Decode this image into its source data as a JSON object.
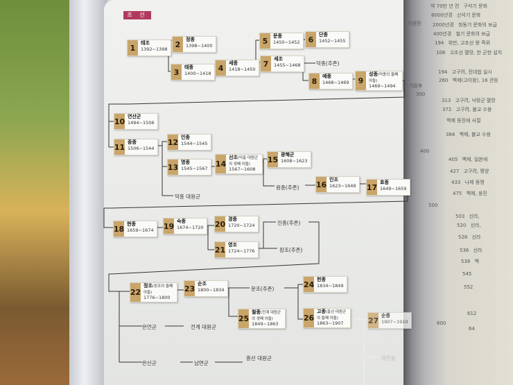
{
  "section_tag": "조 선",
  "kings": [
    {
      "num": "1",
      "name": "태조",
      "note": "",
      "years": "1392~1398"
    },
    {
      "num": "2",
      "name": "정종",
      "note": "",
      "years": "1398~1400"
    },
    {
      "num": "3",
      "name": "태종",
      "note": "",
      "years": "1400~1418"
    },
    {
      "num": "4",
      "name": "세종",
      "note": "",
      "years": "1418~1450"
    },
    {
      "num": "5",
      "name": "문종",
      "note": "",
      "years": "1450~1452"
    },
    {
      "num": "6",
      "name": "단종",
      "note": "",
      "years": "1452~1455"
    },
    {
      "num": "7",
      "name": "세조",
      "note": "",
      "years": "1455~1468"
    },
    {
      "num": "8",
      "name": "예종",
      "note": "",
      "years": "1468~1469"
    },
    {
      "num": "9",
      "name": "성종",
      "note": "(덕종의 둘째 아들)",
      "years": "1469~1494"
    },
    {
      "num": "10",
      "name": "연산군",
      "note": "",
      "years": "1494~1506"
    },
    {
      "num": "11",
      "name": "중종",
      "note": "",
      "years": "1506~1544"
    },
    {
      "num": "12",
      "name": "인종",
      "note": "",
      "years": "1544~1545"
    },
    {
      "num": "13",
      "name": "명종",
      "note": "",
      "years": "1545~1567"
    },
    {
      "num": "14",
      "name": "선조",
      "note": "(덕흥 대원군의 셋째 아들)",
      "years": "1567~1608"
    },
    {
      "num": "15",
      "name": "광해군",
      "note": "",
      "years": "1608~1623"
    },
    {
      "num": "16",
      "name": "인조",
      "note": "",
      "years": "1623~1649"
    },
    {
      "num": "17",
      "name": "효종",
      "note": "",
      "years": "1649~1659"
    },
    {
      "num": "18",
      "name": "현종",
      "note": "",
      "years": "1659~1674"
    },
    {
      "num": "19",
      "name": "숙종",
      "note": "",
      "years": "1674~1720"
    },
    {
      "num": "20",
      "name": "경종",
      "note": "",
      "years": "1720~1724"
    },
    {
      "num": "21",
      "name": "영조",
      "note": "",
      "years": "1724~1776"
    },
    {
      "num": "22",
      "name": "정조",
      "note": "(장조의 둘째 아들)",
      "years": "1776~1800"
    },
    {
      "num": "23",
      "name": "순조",
      "note": "",
      "years": "1800~1834"
    },
    {
      "num": "24",
      "name": "헌종",
      "note": "",
      "years": "1834~1849"
    },
    {
      "num": "25",
      "name": "철종",
      "note": "(전계 대원군의 셋째 아들)",
      "years": "1849~1863"
    },
    {
      "num": "26",
      "name": "고종",
      "note": "(흥선 대원군의 둘째 아들)",
      "years": "1863~1907"
    },
    {
      "num": "27",
      "name": "순종",
      "note": "",
      "years": "1907~1910"
    }
  ],
  "labels": [
    "덕종(추존)",
    "덕흥 대원군",
    "원종(추존)",
    "진종(추존)",
    "장조(추존)",
    "문조(추존)",
    "은언군",
    "전계 대원군",
    "은신군",
    "남연군",
    "흥선 대원군",
    "의친왕"
  ],
  "timeline": [
    {
      "year": "약 70만 년 전",
      "event": "구석기 문화"
    },
    {
      "year": "8000년경",
      "event": "신석기 문화"
    },
    {
      "year": "2000년경",
      "event": "청동기 문화의 보급"
    },
    {
      "year": "400년경",
      "event": "철기 문화의 보급"
    },
    {
      "year": "194",
      "event": "위만, 고조선 왕 즉위"
    },
    {
      "year": "108",
      "event": "고조선 멸망, 한 군현 설치"
    },
    {
      "year": "194",
      "event": "고구려, 진대법 실시"
    },
    {
      "year": "260",
      "event": "백제(고이왕), 16 관등"
    },
    {
      "year": "313",
      "event": "고구려, 낙랑군 멸망"
    },
    {
      "year": "372",
      "event": "고구려, 불교 수용"
    },
    {
      "year": "",
      "event": "백제 동진에 사절"
    },
    {
      "year": "384",
      "event": "백제, 불교 수용"
    },
    {
      "year": "405",
      "event": "백제, 일본에"
    },
    {
      "year": "427",
      "event": "고구려, 평양"
    },
    {
      "year": "433",
      "event": "나제 동맹"
    },
    {
      "year": "475",
      "event": "백제, 웅진"
    },
    {
      "year": "503",
      "event": "신라,"
    },
    {
      "year": "520",
      "event": "신라,"
    },
    {
      "year": "528",
      "event": "신라"
    },
    {
      "year": "536",
      "event": "신라"
    },
    {
      "year": "538",
      "event": "백"
    },
    {
      "year": "545",
      "event": ""
    },
    {
      "year": "552",
      "event": ""
    },
    {
      "year": "612",
      "event": ""
    },
    {
      "year": "64",
      "event": ""
    }
  ],
  "axis_marks": [
    "기원전",
    "기원후",
    "300",
    "400",
    "500",
    "600"
  ]
}
